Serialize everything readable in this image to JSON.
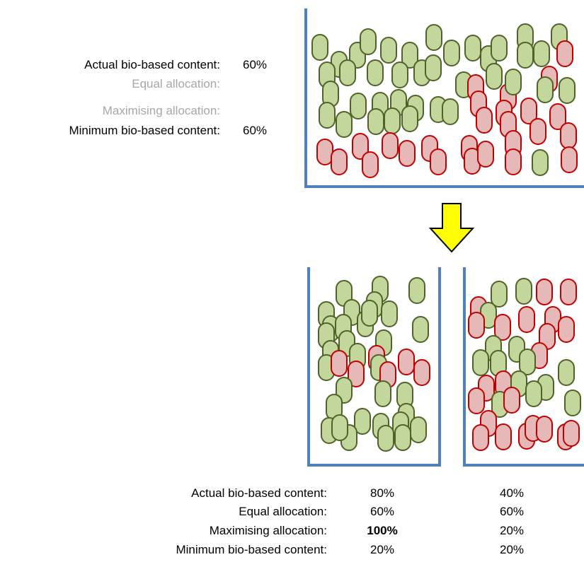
{
  "colors": {
    "bio": "#c3d69b",
    "bio_stroke": "#4f6228",
    "fossil": "#e6b9b8",
    "fossil_stroke": "#c00000",
    "container": "#4f81bd",
    "arrow_fill": "#ffff00",
    "arrow_stroke": "#000000",
    "muted_text": "#a6a6a6"
  },
  "top": {
    "actual_label": "Actual bio-based content:",
    "actual_value": "60%",
    "equal_label": "Equal allocation:",
    "maximising_label": "Maximising allocation:",
    "minimum_label": "Minimum bio-based content:",
    "minimum_value": "60%"
  },
  "bottom": {
    "actual_label": "Actual bio-based content:",
    "equal_label": "Equal allocation:",
    "maximising_label": "Maximising allocation:",
    "minimum_label": "Minimum bio-based content:",
    "left": {
      "actual": "80%",
      "equal": "60%",
      "maximising": "100%",
      "minimum": "20%"
    },
    "right": {
      "actual": "40%",
      "equal": "60%",
      "maximising": "20%",
      "minimum": "20%"
    }
  }
}
